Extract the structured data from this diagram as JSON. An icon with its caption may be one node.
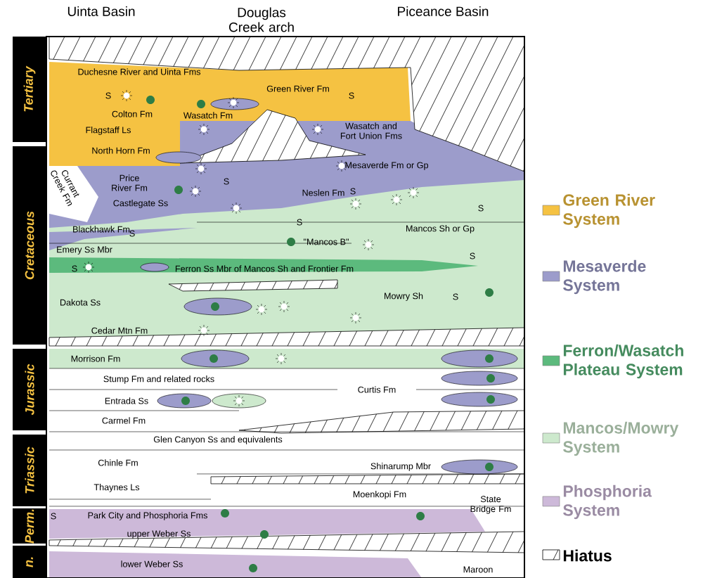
{
  "diagram": {
    "nodes": [
      {
        "text": [
          "Tertiary"
        ]
      },
      {
        "text": [
          "Cretaceous"
        ]
      },
      {
        "text": [
          "Jurassic"
        ]
      },
      {
        "text": [
          "Triassic"
        ]
      },
      {
        "text": [
          "Perm."
        ]
      },
      {
        "text": [
          "n."
        ]
      }
    ],
    "labels": [
      "Uinta Basin",
      "Douglas Creek arch",
      "Piceance Basin",
      "Duchesne River and Uinta Fms",
      "Green River Fm",
      "S",
      "S",
      "Colton Fm",
      "Wasatch Fm",
      "Wasatch and Fort Union Fms",
      "Flagstaff Ls",
      "North Horn Fm",
      "Mesaverde Fm or Gp",
      "Currant Creek Fm",
      "Price River Fm",
      "S",
      "Neslen Fm",
      "S",
      "Castlegate Ss",
      "S",
      "S",
      "Blackhawk Fm",
      "S",
      "Mancos Sh or Gp",
      "\"Mancos B\"",
      "Emery Ss Mbr",
      "S",
      "S",
      "Ferron Ss Mbr of Mancos Sh and Frontier Fm",
      "Dakota Ss",
      "Mowry Sh",
      "S",
      "Cedar Mtn Fm",
      "Morrison Fm",
      "Stump Fm and related rocks",
      "Curtis Fm",
      "Entrada Ss",
      "Carmel Fm",
      "Glen Canyon Ss and equivalents",
      "Chinle Fm",
      "Shinarump Mbr",
      "Thaynes Ls",
      "Moenkopi Fm",
      "State Bridge Fm",
      "S",
      "Park City and Phosphoria Fms",
      "upper Weber Ss",
      "lower Weber Ss",
      "Maroon"
    ],
    "legend": [
      {
        "text": "Green River System",
        "color": "#f5c242"
      },
      {
        "text": "Mesaverde System",
        "color": "#9c9ccb"
      },
      {
        "text": "Ferron/Wasatch Plateau System",
        "color": "#5cba7d"
      },
      {
        "text": "Mancos/Mowry System",
        "color": "#cde9cd"
      },
      {
        "text": "Phosphoria System",
        "color": "#cdb9d9"
      },
      {
        "text": "Hiatus"
      }
    ]
  }
}
